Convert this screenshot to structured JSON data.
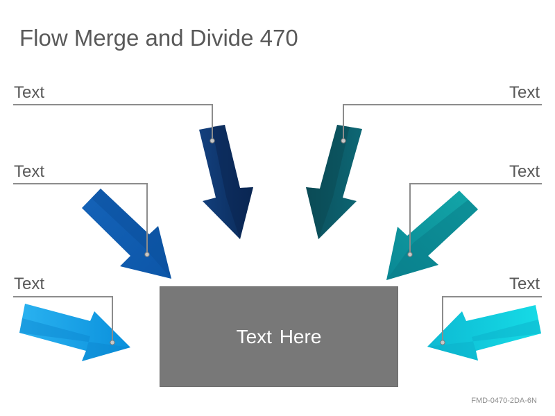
{
  "title": "Flow Merge and Divide 470",
  "labels": {
    "top_left": "Text",
    "top_right": "Text",
    "mid_left": "Text",
    "mid_right": "Text",
    "bottom_left": "Text",
    "bottom_right": "Text"
  },
  "center_box": {
    "text": "Text Here",
    "color": "#787878"
  },
  "code": "FMD-0470-2DA-6N",
  "colors": {
    "arrow_top_left": "#0d3063",
    "arrow_top_right": "#0b5b68",
    "arrow_mid_left": "#0f5fb2",
    "arrow_mid_right": "#0f9aa2",
    "arrow_bottom_left": "#0aa0e6",
    "arrow_bottom_right": "#14d2e0",
    "connector": "#8c8c8c"
  }
}
